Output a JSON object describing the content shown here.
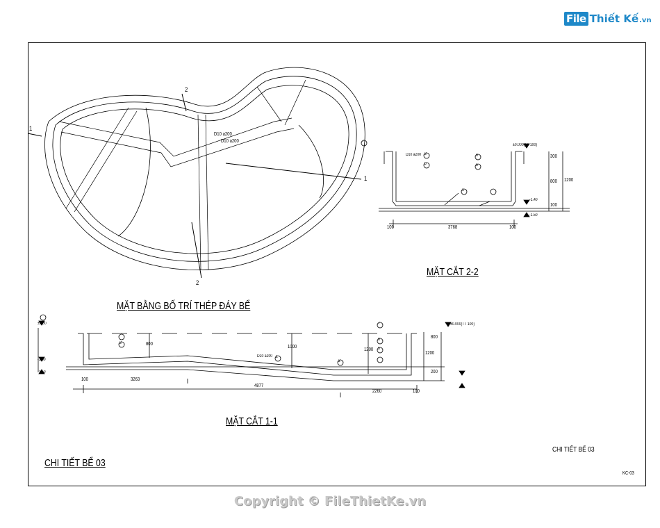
{
  "brand": {
    "logo_box": "File",
    "logo_text": "Thiết Kế",
    "logo_tld": ".vn"
  },
  "plan": {
    "title": "MẶT BẰNG BỐ TRÍ THÉP ĐÁY BỂ",
    "cut_label_1": "1",
    "cut_label_2": "2",
    "rebar_a": "D10 a200",
    "rebar_b": "D10 a200"
  },
  "section_22": {
    "title": "MẶT CẮT 2-2",
    "callout_left_1": "3",
    "callout_left_2": "5",
    "callout_right_1": "6",
    "callout_right_2": "5",
    "callout_bottom": "1",
    "callout_top": "7",
    "rebar_label": "D10 a200",
    "elev_top": "±0.000(TT 100)",
    "elev_low": "-1.40",
    "elev_bot": "-1.50",
    "dim_left": "100",
    "dim_center": "3768",
    "dim_right": "100",
    "dim_h1": "300",
    "dim_h2": "800",
    "dim_h3": "100",
    "dim_total": "1200"
  },
  "section_11": {
    "title": "MẶT CẮT 1-1",
    "callout_1": "1",
    "callout_2": "2",
    "callout_3": "3",
    "callout_4": "5",
    "callout_5": "6",
    "callout_6": "7",
    "rebar_label": "D10 a200",
    "elev_top_left": "±0.00",
    "elev_top_right": "±0.000(TT 100)",
    "elev_low": "-1.40",
    "elev_bot": "-1.50",
    "dim_a": "100",
    "dim_b": "3263",
    "dim_c": "4877",
    "dim_d": "2260",
    "dim_e": "100",
    "dim_depth_left": "800",
    "dim_depth_mid": "1000",
    "dim_depth_right": "1200",
    "dim_side_1": "1200",
    "dim_side_2": "800",
    "dim_side_3": "200"
  },
  "sheet": {
    "title_left": "CHI TIẾT BỂ 03",
    "title_right": "CHI TIẾT BỂ 03",
    "sheet_code": "KC-03"
  },
  "footer": {
    "copyright": "Copyright © FileThietKe.vn"
  }
}
